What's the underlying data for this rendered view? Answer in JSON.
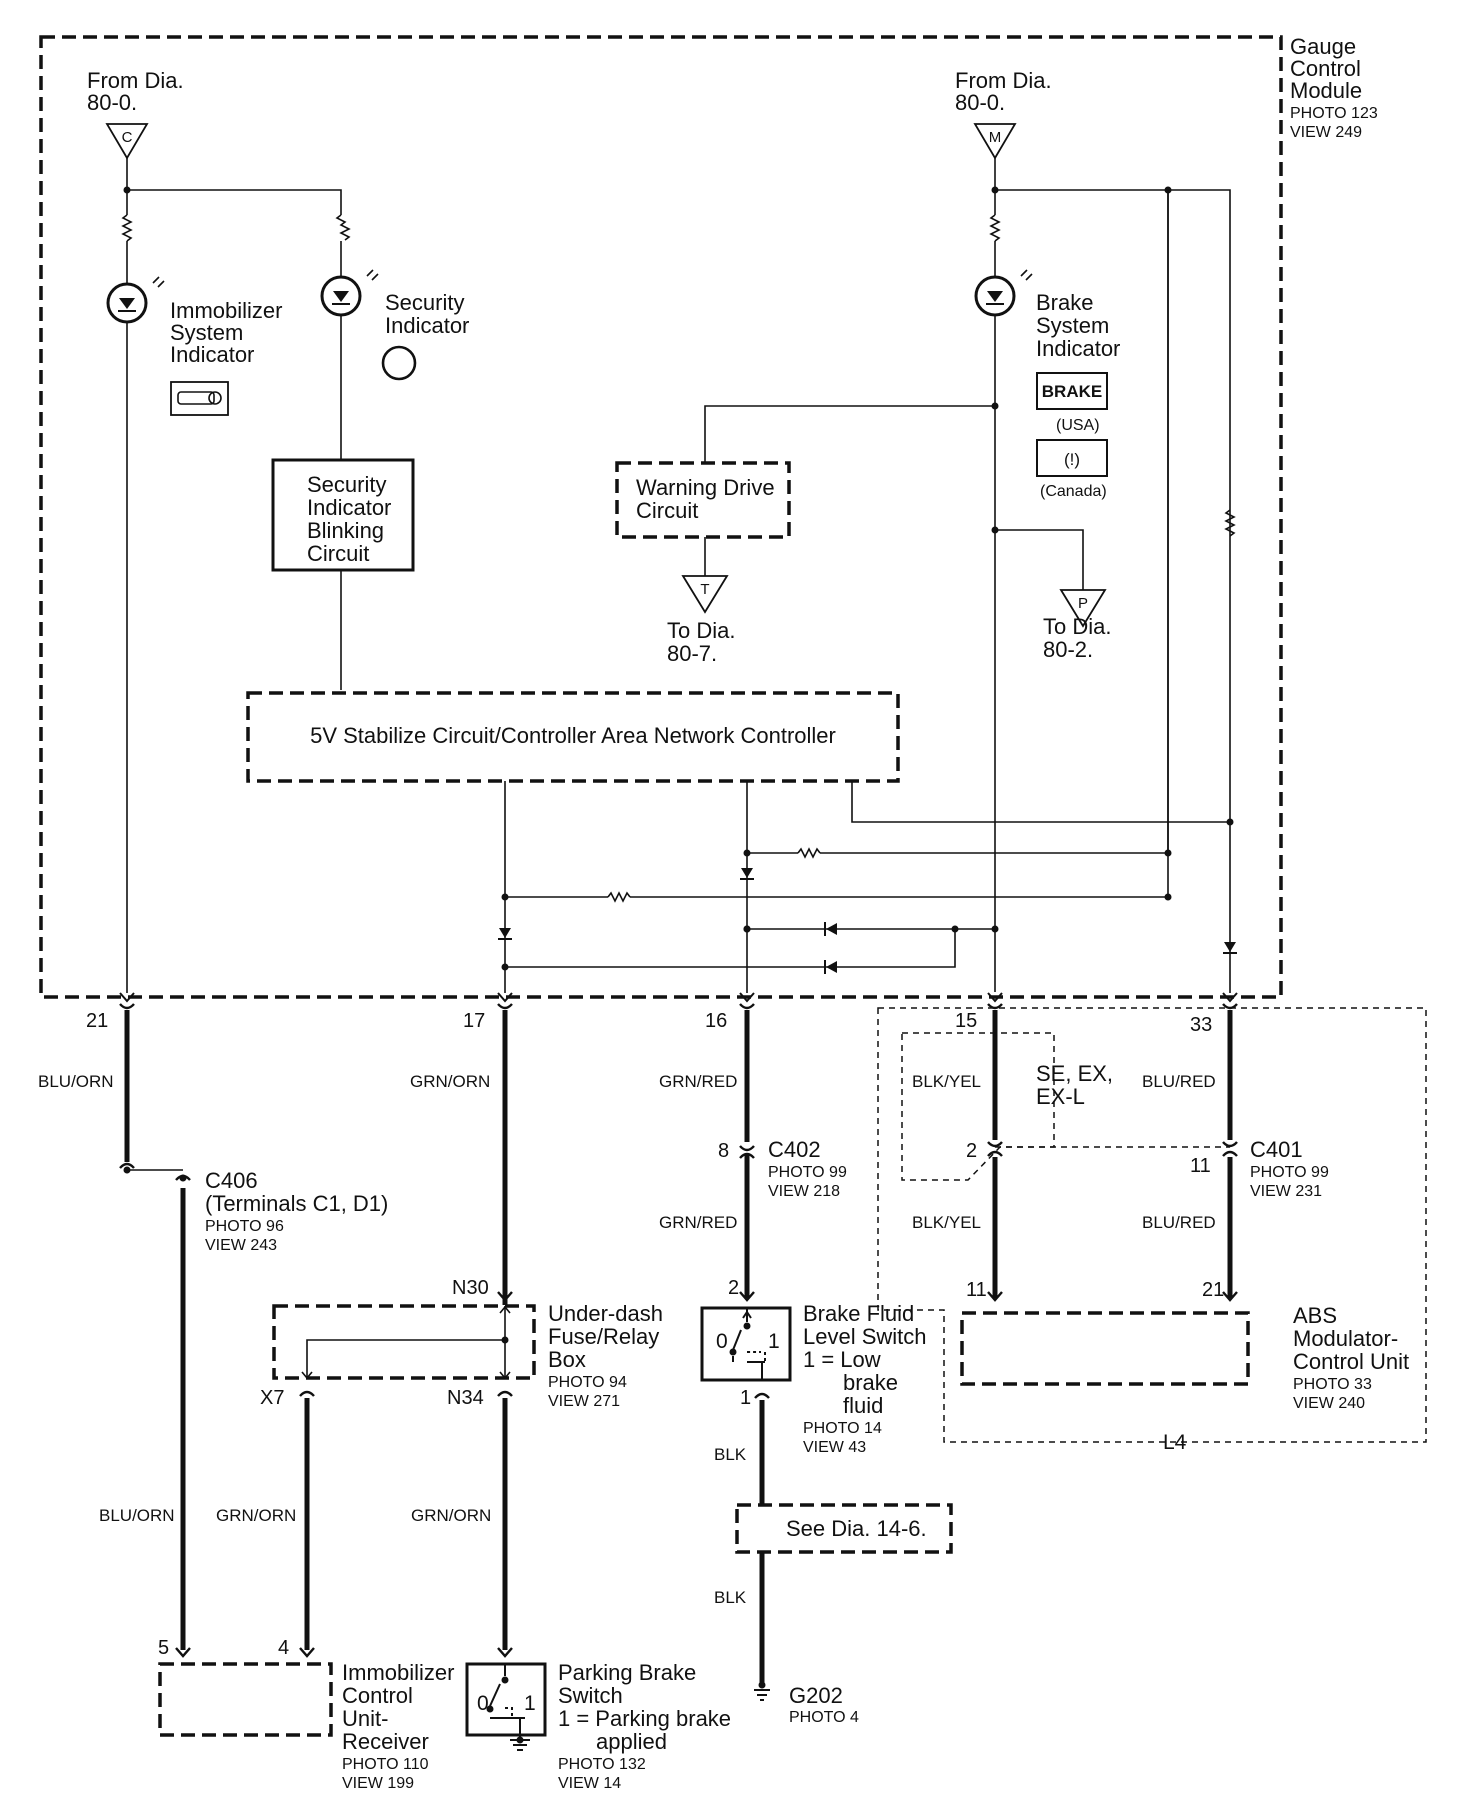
{
  "module": {
    "name_lines": [
      "Gauge",
      "Control",
      "Module"
    ],
    "photo": "PHOTO 123",
    "view": "VIEW 249"
  },
  "sources": {
    "left": {
      "lines": [
        "From Dia.",
        "80-0."
      ],
      "tag": "C"
    },
    "right": {
      "lines": [
        "From Dia.",
        "80-0."
      ],
      "tag": "M"
    }
  },
  "indicators": {
    "immobilizer": {
      "lines": [
        "Immobilizer",
        "System",
        "Indicator"
      ]
    },
    "security": {
      "lines": [
        "Security",
        "Indicator"
      ]
    },
    "brake": {
      "lines": [
        "Brake",
        "System",
        "Indicator"
      ],
      "badge": "BRAKE",
      "usa": "(USA)",
      "canada_symbol": "(!)",
      "canada": "(Canada)"
    }
  },
  "circuits": {
    "blinking": {
      "lines": [
        "Security",
        "Indicator",
        "Blinking",
        "Circuit"
      ]
    },
    "warning": {
      "lines": [
        "Warning Drive",
        "Circuit"
      ]
    },
    "controller": {
      "label": "5V Stabilize Circuit/Controller Area Network Controller"
    }
  },
  "off_page": {
    "to_t": {
      "tag": "T",
      "lines": [
        "To Dia.",
        "80-7."
      ]
    },
    "to_p": {
      "tag": "P",
      "lines": [
        "To Dia.",
        "80-2."
      ]
    }
  },
  "pins": {
    "p21": "21",
    "p17": "17",
    "p16": "16",
    "p15": "15",
    "p33": "33",
    "c402_8": "8",
    "c401_2": "2",
    "c401_11": "11",
    "n30": "N30",
    "x7": "X7",
    "n34": "N34",
    "bf_2": "2",
    "bf_1": "1",
    "abs_11": "11",
    "abs_21": "21",
    "icu_5": "5",
    "icu_4": "4"
  },
  "wires": {
    "w1": "BLU/ORN",
    "w2": "GRN/ORN",
    "w3": "GRN/RED",
    "w4": "BLK/YEL",
    "w5": "BLU/RED",
    "w6": "GRN/RED",
    "w7": "BLK/YEL",
    "w8": "BLU/RED",
    "w9": "BLU/ORN",
    "w10": "GRN/ORN",
    "w11": "GRN/ORN",
    "w12": "BLK",
    "w13": "BLK"
  },
  "connectors": {
    "c406": {
      "lines": [
        "C406",
        "(Terminals C1, D1)"
      ],
      "photo": "PHOTO 96",
      "view": "VIEW 243"
    },
    "c402": {
      "name": "C402",
      "photo": "PHOTO 99",
      "view": "VIEW 218"
    },
    "c401": {
      "name": "C401",
      "photo": "PHOTO 99",
      "view": "VIEW 231"
    }
  },
  "variant": {
    "lines": [
      "SE, EX,",
      "EX-L"
    ],
    "l4": "L4"
  },
  "components": {
    "fuse_box": {
      "lines": [
        "Under-dash",
        "Fuse/Relay",
        "Box"
      ],
      "photo": "PHOTO 94",
      "view": "VIEW 271"
    },
    "brake_fluid": {
      "lines": [
        "Brake Fluid",
        "Level Switch",
        "1 = Low",
        "brake",
        "fluid"
      ],
      "photo": "PHOTO 14",
      "view": "VIEW 43",
      "pos0": "0",
      "pos1": "1"
    },
    "abs": {
      "lines": [
        "ABS",
        "Modulator-",
        "Control Unit"
      ],
      "photo": "PHOTO 33",
      "view": "VIEW 240"
    },
    "icu": {
      "lines": [
        "Immobilizer",
        "Control",
        "Unit-",
        "Receiver"
      ],
      "photo": "PHOTO 110",
      "view": "VIEW 199"
    },
    "parking": {
      "lines": [
        "Parking Brake",
        "Switch",
        "1 = Parking brake",
        "applied"
      ],
      "photo": "PHOTO 132",
      "view": "VIEW 14",
      "pos0": "0",
      "pos1": "1"
    },
    "see_dia": {
      "label": "See Dia. 14-6."
    },
    "ground": {
      "name": "G202",
      "photo": "PHOTO 4"
    }
  }
}
